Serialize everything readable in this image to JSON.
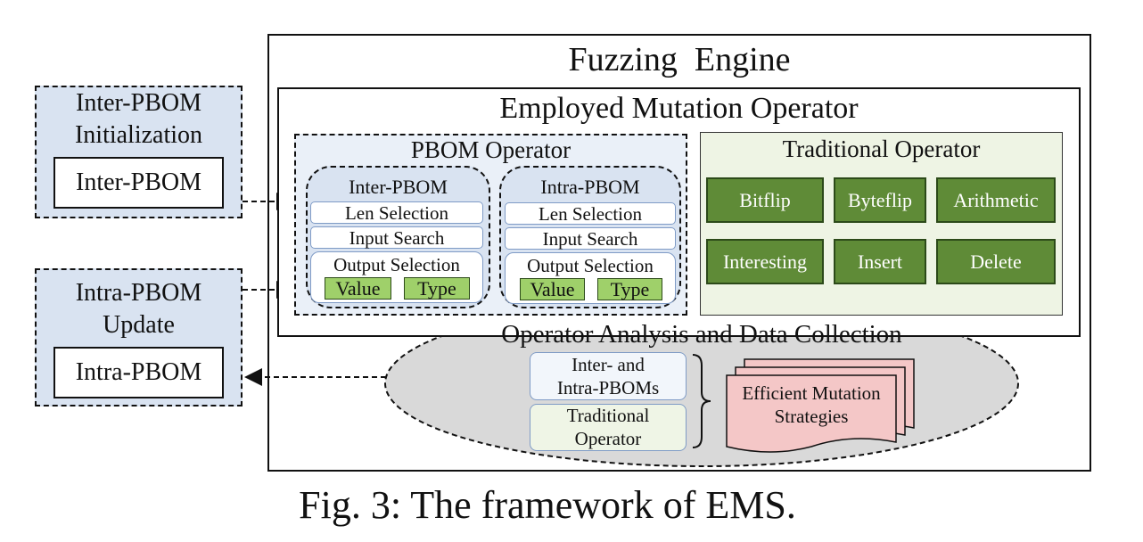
{
  "fuzzing_engine": {
    "title": "Fuzzing  Engine"
  },
  "employed": {
    "title": "Employed Mutation Operator"
  },
  "pbom": {
    "title": "PBOM Operator",
    "inter": {
      "title": "Inter-PBOM",
      "len_selection": "Len Selection",
      "input_search": "Input Search",
      "output_selection": "Output Selection",
      "value": "Value",
      "type": "Type"
    },
    "intra": {
      "title": "Intra-PBOM",
      "len_selection": "Len Selection",
      "input_search": "Input Search",
      "output_selection": "Output Selection",
      "value": "Value",
      "type": "Type"
    }
  },
  "traditional": {
    "title": "Traditional Operator",
    "ops": [
      "Bitflip",
      "Byteflip",
      "Arithmetic",
      "Interesting",
      "Insert",
      "Delete"
    ]
  },
  "left": {
    "inter_init": {
      "line1": "Inter-PBOM",
      "line2": "Initialization",
      "box": "Inter-PBOM"
    },
    "intra_update": {
      "line1": "Intra-PBOM",
      "line2": "Update",
      "box": "Intra-PBOM"
    }
  },
  "analysis": {
    "title": "Operator Analysis and Data Collection",
    "inter_intra_line1": "Inter- and",
    "inter_intra_line2": "Intra-PBOMs",
    "traditional_line1": "Traditional",
    "traditional_line2": "Operator",
    "strategies_line1": "Efficient Mutation",
    "strategies_line2": "Strategies"
  },
  "caption": "Fig. 3: The framework of EMS."
}
